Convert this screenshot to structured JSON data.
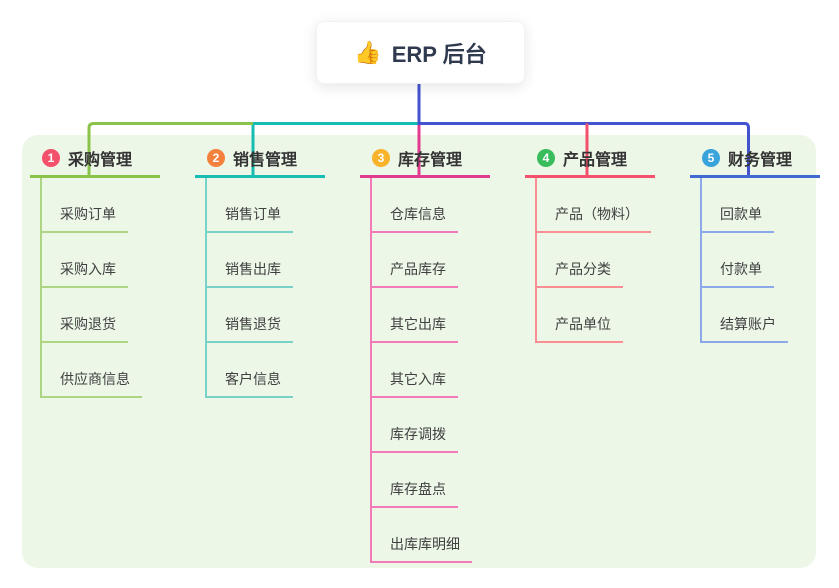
{
  "root": {
    "icon": "👍",
    "label": "ERP 后台"
  },
  "connectors": {
    "root_stem_color": "#4353d0",
    "blue": "#4353d0",
    "green": "#8bc34a",
    "teal": "#17bdb2",
    "magenta": "#e23a8e",
    "red": "#f4516c"
  },
  "panel_background": "#ecf7e8",
  "branches": [
    {
      "num": "1",
      "label": "采购管理",
      "badge_color": "#f4516c",
      "line_color": "#8bc34a",
      "child_line_color": "#aed581",
      "children": [
        "采购订单",
        "采购入库",
        "采购退货",
        "供应商信息"
      ]
    },
    {
      "num": "2",
      "label": "销售管理",
      "badge_color": "#f4813e",
      "line_color": "#17bdb2",
      "child_line_color": "#79d2c8",
      "children": [
        "销售订单",
        "销售出库",
        "销售退货",
        "客户信息"
      ]
    },
    {
      "num": "3",
      "label": "库存管理",
      "badge_color": "#f8b32b",
      "line_color": "#e23a8e",
      "child_line_color": "#f27ab8",
      "children": [
        "仓库信息",
        "产品库存",
        "其它出库",
        "其它入库",
        "库存调拨",
        "库存盘点",
        "出库库明细"
      ]
    },
    {
      "num": "4",
      "label": "产品管理",
      "badge_color": "#39bd5c",
      "line_color": "#f4516c",
      "child_line_color": "#fa8e92",
      "children": [
        "产品（物料）",
        "产品分类",
        "产品单位"
      ]
    },
    {
      "num": "5",
      "label": "财务管理",
      "badge_color": "#39a3dc",
      "line_color": "#4169d1",
      "child_line_color": "#8ba8e8",
      "children": [
        "回款单",
        "付款单",
        "结算账户"
      ]
    }
  ]
}
